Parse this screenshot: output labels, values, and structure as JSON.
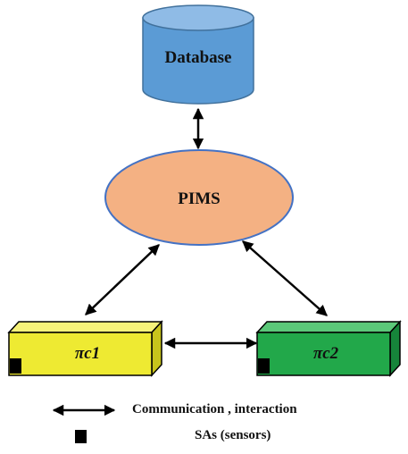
{
  "nodes": {
    "database": {
      "label": "Database",
      "fill": "#5b9bd5",
      "top_fill": "#8fbbe6",
      "stroke": "#41719c"
    },
    "pims": {
      "label": "PIMS",
      "fill": "#f4b183",
      "stroke": "#4472c4"
    },
    "pc1": {
      "label": "πc1",
      "fill": "#eeea32",
      "top_fill": "#f6f27a",
      "side_fill": "#c8c41c"
    },
    "pc2": {
      "label": "πc2",
      "fill": "#22a84a",
      "top_fill": "#5cc879",
      "side_fill": "#16853a"
    }
  },
  "legend": {
    "arrow_label": "Communication , interaction",
    "sensor_label": "SAs (sensors)"
  }
}
